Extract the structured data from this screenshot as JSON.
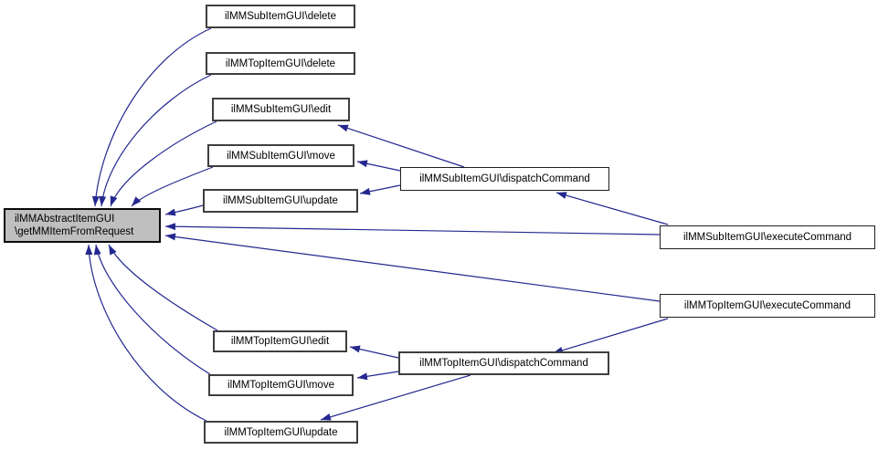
{
  "diagram": {
    "type": "caller-graph",
    "colors": {
      "edge": "#24288f",
      "node_fill": "#ffffff",
      "node_border": "#3f3f3f",
      "highlight_fill": "#bfbfbf",
      "highlight_border": "#0a0a0a",
      "text": "#000000",
      "background": "#ffffff"
    },
    "nodes": {
      "main": {
        "line1": "ilMMAbstractItemGUI",
        "line2": "\\getMMItemFromRequest",
        "highlighted": true
      },
      "sub_delete": {
        "label": "ilMMSubItemGUI\\delete"
      },
      "top_delete": {
        "label": "ilMMTopItemGUI\\delete"
      },
      "sub_edit": {
        "label": "ilMMSubItemGUI\\edit"
      },
      "sub_move": {
        "label": "ilMMSubItemGUI\\move"
      },
      "sub_update": {
        "label": "ilMMSubItemGUI\\update"
      },
      "sub_dispatch": {
        "label": "ilMMSubItemGUI\\dispatchCommand"
      },
      "sub_execute": {
        "label": "ilMMSubItemGUI\\executeCommand"
      },
      "top_execute": {
        "label": "ilMMTopItemGUI\\executeCommand"
      },
      "top_edit": {
        "label": "ilMMTopItemGUI\\edit"
      },
      "top_move": {
        "label": "ilMMTopItemGUI\\move"
      },
      "top_update": {
        "label": "ilMMTopItemGUI\\update"
      },
      "top_dispatch": {
        "label": "ilMMTopItemGUI\\dispatchCommand"
      }
    },
    "edges": [
      {
        "from": "sub_delete",
        "to": "main"
      },
      {
        "from": "top_delete",
        "to": "main"
      },
      {
        "from": "sub_edit",
        "to": "main"
      },
      {
        "from": "sub_move",
        "to": "main"
      },
      {
        "from": "sub_update",
        "to": "main"
      },
      {
        "from": "sub_execute",
        "to": "main"
      },
      {
        "from": "top_execute",
        "to": "main"
      },
      {
        "from": "top_edit",
        "to": "main"
      },
      {
        "from": "top_move",
        "to": "main"
      },
      {
        "from": "top_update",
        "to": "main"
      },
      {
        "from": "sub_dispatch",
        "to": "sub_edit"
      },
      {
        "from": "sub_dispatch",
        "to": "sub_move"
      },
      {
        "from": "sub_dispatch",
        "to": "sub_update"
      },
      {
        "from": "sub_execute",
        "to": "sub_dispatch"
      },
      {
        "from": "top_dispatch",
        "to": "top_edit"
      },
      {
        "from": "top_dispatch",
        "to": "top_move"
      },
      {
        "from": "top_dispatch",
        "to": "top_update"
      },
      {
        "from": "top_execute",
        "to": "top_dispatch"
      }
    ]
  }
}
